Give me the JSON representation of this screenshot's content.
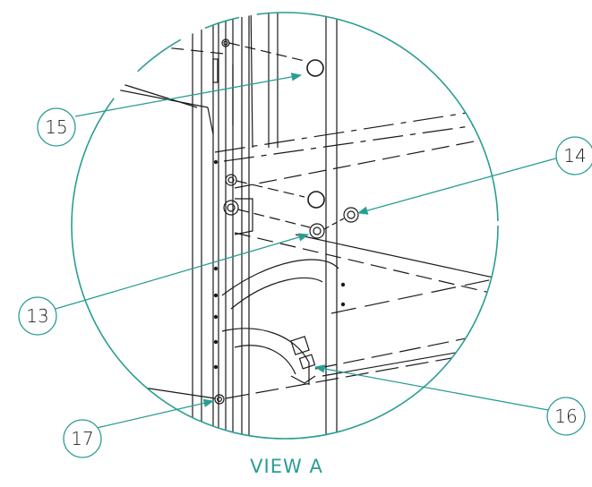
{
  "diagram": {
    "view_label": "VIEW A",
    "callouts": [
      {
        "id": "15",
        "label": "15"
      },
      {
        "id": "14",
        "label": "14"
      },
      {
        "id": "13",
        "label": "13"
      },
      {
        "id": "16",
        "label": "16"
      },
      {
        "id": "17",
        "label": "17"
      }
    ],
    "colors": {
      "accent": "#2a9d93",
      "line": "#1a1a1a",
      "background": "#ffffff"
    }
  }
}
